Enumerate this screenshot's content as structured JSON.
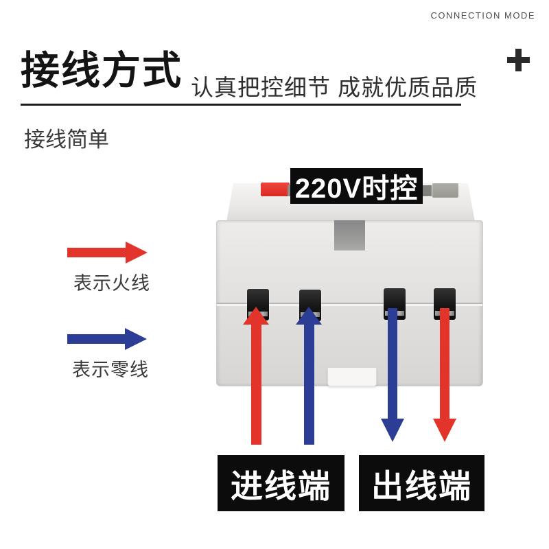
{
  "header": {
    "corner_label": "CONNECTION MODE",
    "title": "接线方式",
    "subtitle": "认真把控细节 成就优质品质",
    "section_label": "接线简单"
  },
  "diagram": {
    "device_badge_label": "220V时控",
    "legend": {
      "live": {
        "label": "表示火线",
        "color": "#e2342b"
      },
      "neutral": {
        "label": "表示零线",
        "color": "#2b3d94"
      }
    },
    "arrows": {
      "input_live": {
        "direction": "up",
        "color": "#e2342b"
      },
      "input_neutral": {
        "direction": "up",
        "color": "#2b3d94"
      },
      "output_neutral": {
        "direction": "down",
        "color": "#2b3d94"
      },
      "output_live": {
        "direction": "down",
        "color": "#e2342b"
      }
    },
    "bottom_badges": {
      "input": {
        "label": "进线端"
      },
      "output": {
        "label": "出线端"
      }
    }
  },
  "colors": {
    "red": "#e2342b",
    "blue": "#2b3d94",
    "badge_bg": "#0c0c0c",
    "badge_text": "#ffffff"
  }
}
